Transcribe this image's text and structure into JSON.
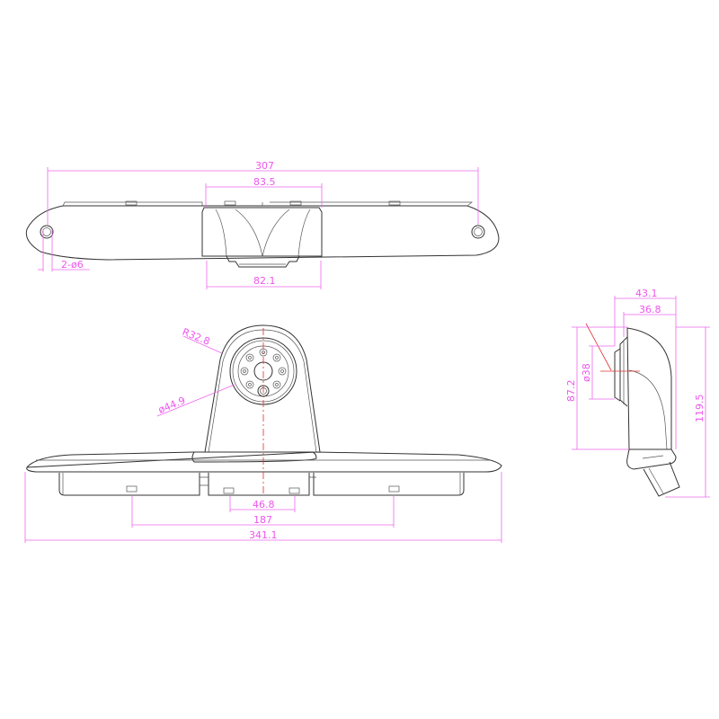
{
  "title": "Brake light camera dimension drawing",
  "colors": {
    "outline": "#333333",
    "dimension": "#ee55ee",
    "centerline": "#e03030",
    "background": "#ffffff"
  },
  "views": {
    "top_view": {
      "dimensions": {
        "overall_width": "307",
        "camera_housing_top": "83.5",
        "camera_housing_bottom": "82.1",
        "mounting_holes": "2-ø6"
      }
    },
    "front_view": {
      "dimensions": {
        "camera_radius": "R32.8",
        "lens_ring_diameter": "ø44.9",
        "clip_spacing_inner": "46.8",
        "clip_spacing_outer": "187",
        "overall_length": "341.1"
      }
    },
    "side_view": {
      "dimensions": {
        "depth_overall": "43.1",
        "depth_body": "36.8",
        "lens_diameter": "ø38",
        "body_height": "87.2",
        "overall_height": "119.5"
      }
    }
  }
}
